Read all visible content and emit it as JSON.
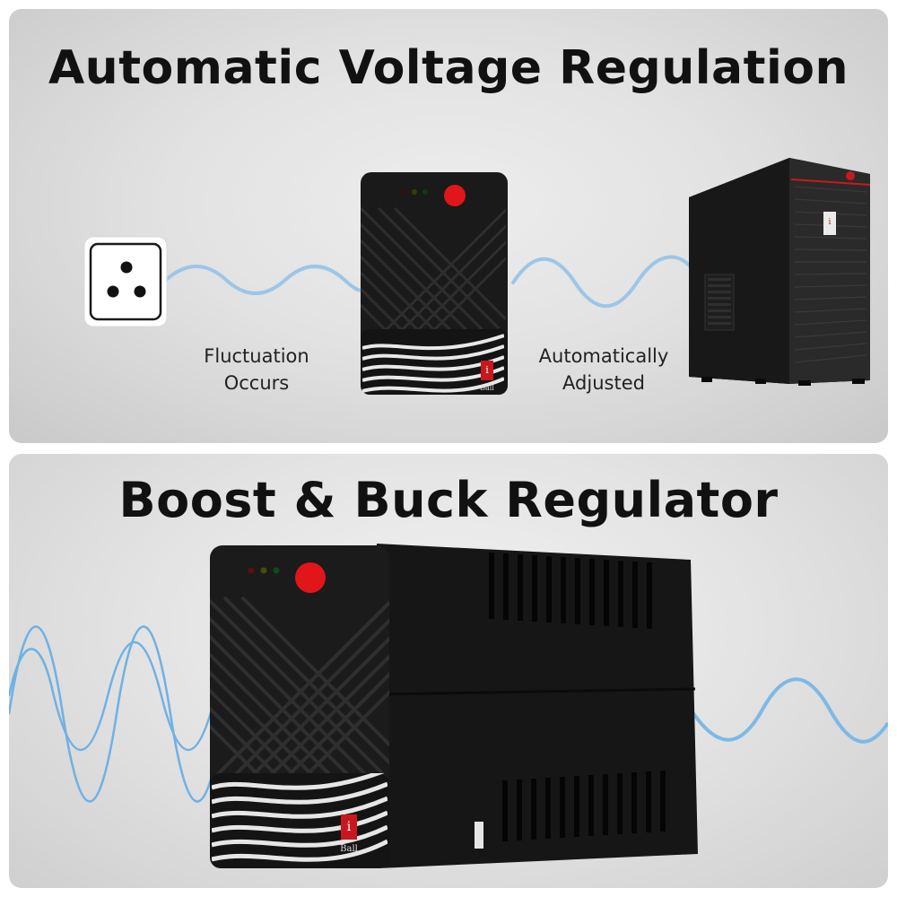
{
  "top_panel": {
    "title": "Automatic Voltage Regulation",
    "caption_left": "Fluctuation\nOccurs",
    "caption_right": "Automatically\nAdjusted"
  },
  "bottom_panel": {
    "title": "Boost & Buck Regulator"
  },
  "brand": {
    "logo_letter": "i",
    "logo_word": "Ball"
  },
  "colors": {
    "wave": "#8fbfe6",
    "wave_strong": "#5aa3da",
    "device_body": "#1c1c1c",
    "power_button": "#e0161b",
    "logo_red": "#c8181e"
  },
  "icons": [
    "power-socket-icon",
    "power-button-icon",
    "led-indicator-icon",
    "brand-logo-icon"
  ]
}
